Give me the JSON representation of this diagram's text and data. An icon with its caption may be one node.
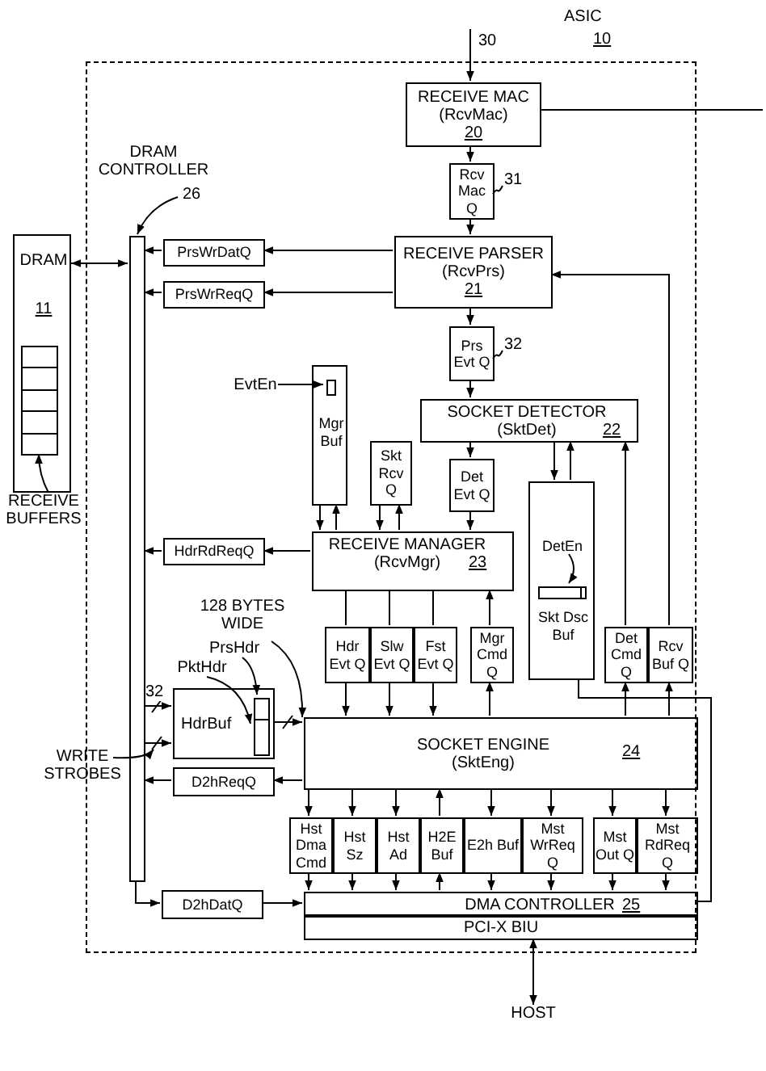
{
  "diagram": {
    "nodes": [
      {
        "text": [
          "ASIC",
          "10"
        ]
      },
      {
        "text": [
          "RECEIVE MAC (RcvMac)",
          "20"
        ],
        "in": 0
      },
      {
        "text": [
          "Rcv Mac Q"
        ],
        "beside": [
          "31"
        ],
        "in": 0
      },
      {
        "text": [
          "RECEIVE PARSER (RcvPrs)",
          "21"
        ],
        "in": 0
      },
      {
        "text": [
          "PrsWrDatQ"
        ],
        "in": 0
      },
      {
        "text": [
          "PrsWrReqQ"
        ],
        "in": 0
      },
      {
        "text": [
          "DRAM CONTROLLER",
          "26"
        ],
        "in": 0
      },
      {
        "text": [],
        "shape": "bar",
        "in": 0
      },
      {
        "text": [
          "DRAM",
          "11"
        ]
      },
      {
        "text": [],
        "shape": "box",
        "in": 8
      },
      {
        "text": [
          "RECEIVE BUFFERS"
        ]
      },
      {
        "text": [
          "Prs Evt Q"
        ],
        "beside": [
          "32"
        ],
        "in": 0
      },
      {
        "text": [
          "EvtEn"
        ],
        "in": 0
      },
      {
        "text": [
          "Mgr Buf"
        ],
        "in": 0
      },
      {
        "text": [
          "SOCKET DETECTOR (SktDet)",
          "22"
        ],
        "in": 0
      },
      {
        "text": [
          "Skt Rcv Q"
        ],
        "in": 0
      },
      {
        "text": [
          "Det Evt Q"
        ],
        "in": 0
      },
      {
        "text": [
          "RECEIVE MANAGER (RcvMgr)",
          "23"
        ],
        "in": 0
      },
      {
        "text": [
          "HdrRdReqQ"
        ],
        "in": 0
      },
      {
        "text": [
          "Skt Dsc Buf"
        ],
        "in": 0
      },
      {
        "text": [
          "128 BYTES WIDE"
        ],
        "in": 0
      },
      {
        "text": [
          "Hdr Evt Q"
        ],
        "in": 0
      },
      {
        "text": [
          "Slw Evt Q"
        ],
        "in": 0
      },
      {
        "text": [
          "Fst Evt Q"
        ],
        "in": 0
      },
      {
        "text": [
          "Mgr Cmd Q"
        ],
        "in": 0
      },
      {
        "text": [
          "Det Cmd Q"
        ],
        "in": 0
      },
      {
        "text": [
          "Rcv Buf Q"
        ],
        "in": 0
      },
      {
        "text": [
          "PrsHdr"
        ],
        "in": 0
      },
      {
        "text": [
          "PktHdr"
        ],
        "in": 0
      },
      {
        "text": [
          "HdrBuf"
        ],
        "in": 0
      },
      {
        "text": [
          "WRITE STROBES"
        ]
      },
      {
        "text": [
          "SOCKET ENGINE (SktEng)",
          "24"
        ],
        "in": 0
      },
      {
        "text": [
          "D2hReqQ"
        ],
        "in": 0
      },
      {
        "text": [
          "Hst Dma Cmd"
        ],
        "in": 0
      },
      {
        "text": [
          "Hst Sz"
        ],
        "in": 0
      },
      {
        "text": [
          "Hst Ad"
        ],
        "in": 0
      },
      {
        "text": [
          "H2E Buf"
        ],
        "in": 0
      },
      {
        "text": [
          "E2h Buf"
        ],
        "in": 0
      },
      {
        "text": [
          "Mst WrReq Q"
        ],
        "in": 0
      },
      {
        "text": [
          "Mst Out Q"
        ],
        "in": 0
      },
      {
        "text": [
          "Mst RdReq Q"
        ],
        "in": 0
      },
      {
        "text": [
          "D2hDatQ"
        ],
        "in": 0
      },
      {
        "text": [
          "DMA CONTROLLER",
          "25"
        ],
        "in": 0
      },
      {
        "text": [
          "PCI-X BIU"
        ],
        "in": 0
      },
      {
        "text": [
          "HOST"
        ]
      },
      {
        "text": [
          "DetEn"
        ],
        "in": 19
      }
    ],
    "edges": [
      {
        "from": null,
        "to": 1,
        "arrow": "to",
        "label": "30"
      },
      {
        "from": 1,
        "to": null,
        "arrow": "none"
      },
      {
        "from": 1,
        "to": 2,
        "arrow": "to"
      },
      {
        "from": 2,
        "to": 3,
        "arrow": "to"
      },
      {
        "from": 3,
        "to": 4,
        "arrow": "to"
      },
      {
        "from": 3,
        "to": 5,
        "arrow": "to"
      },
      {
        "from": 4,
        "to": 7,
        "arrow": "to"
      },
      {
        "from": 5,
        "to": 7,
        "arrow": "to"
      },
      {
        "from": 6,
        "to": 7,
        "arrow": "to"
      },
      {
        "from": 7,
        "to": 8,
        "arrow": "both"
      },
      {
        "from": 10,
        "to": 9,
        "arrow": "to"
      },
      {
        "from": 26,
        "to": 3,
        "arrow": "to"
      },
      {
        "from": 3,
        "to": 11,
        "arrow": "to"
      },
      {
        "from": 11,
        "to": 14,
        "arrow": "to"
      },
      {
        "from": 12,
        "to": 13,
        "arrow": "to"
      },
      {
        "from": 14,
        "to": 16,
        "arrow": "to"
      },
      {
        "from": 16,
        "to": 17,
        "arrow": "to"
      },
      {
        "from": 13,
        "to": 17,
        "arrow": "to"
      },
      {
        "from": 17,
        "to": 13,
        "arrow": "to"
      },
      {
        "from": 15,
        "to": 17,
        "arrow": "to"
      },
      {
        "from": 17,
        "to": 15,
        "arrow": "to"
      },
      {
        "from": 14,
        "to": 19,
        "arrow": "to"
      },
      {
        "from": 19,
        "to": 14,
        "arrow": "to"
      },
      {
        "from": 25,
        "to": 14,
        "arrow": "to"
      },
      {
        "from": 17,
        "to": 18,
        "arrow": "to"
      },
      {
        "from": 18,
        "to": 7,
        "arrow": "to"
      },
      {
        "from": 17,
        "to": 21,
        "arrow": "none"
      },
      {
        "from": 17,
        "to": 22,
        "arrow": "none"
      },
      {
        "from": 17,
        "to": 23,
        "arrow": "none"
      },
      {
        "from": 24,
        "to": 17,
        "arrow": "to"
      },
      {
        "from": 21,
        "to": 31,
        "arrow": "to"
      },
      {
        "from": 22,
        "to": 31,
        "arrow": "to"
      },
      {
        "from": 23,
        "to": 31,
        "arrow": "to"
      },
      {
        "from": 31,
        "to": 24,
        "arrow": "to"
      },
      {
        "from": 31,
        "to": 25,
        "arrow": "to"
      },
      {
        "from": 31,
        "to": 26,
        "arrow": "to"
      },
      {
        "from": 19,
        "to": 42,
        "arrow": "none"
      },
      {
        "from": 27,
        "to": 29,
        "arrow": "to"
      },
      {
        "from": 28,
        "to": 29,
        "arrow": "to"
      },
      {
        "from": 20,
        "to": 31,
        "arrow": "to"
      },
      {
        "from": 29,
        "to": 31,
        "arrow": "to"
      },
      {
        "from": 7,
        "to": 29,
        "arrow": "to",
        "label": "32"
      },
      {
        "from": 7,
        "to": 29,
        "arrow": "to"
      },
      {
        "from": 30,
        "to": null,
        "arrow": "to"
      },
      {
        "from": 31,
        "to": 32,
        "arrow": "to"
      },
      {
        "from": 32,
        "to": 7,
        "arrow": "to"
      },
      {
        "from": 31,
        "to": 33,
        "arrow": "to"
      },
      {
        "from": 31,
        "to": 34,
        "arrow": "to"
      },
      {
        "from": 31,
        "to": 35,
        "arrow": "to"
      },
      {
        "from": 36,
        "to": 31,
        "arrow": "to"
      },
      {
        "from": 31,
        "to": 37,
        "arrow": "to"
      },
      {
        "from": 31,
        "to": 38,
        "arrow": "to"
      },
      {
        "from": 31,
        "to": 39,
        "arrow": "to"
      },
      {
        "from": 31,
        "to": 40,
        "arrow": "to"
      },
      {
        "from": 33,
        "to": 42,
        "arrow": "to"
      },
      {
        "from": 34,
        "to": 42,
        "arrow": "to"
      },
      {
        "from": 35,
        "to": 42,
        "arrow": "to"
      },
      {
        "from": 42,
        "to": 36,
        "arrow": "to"
      },
      {
        "from": 37,
        "to": 42,
        "arrow": "to"
      },
      {
        "from": 38,
        "to": 42,
        "arrow": "to"
      },
      {
        "from": 39,
        "to": 42,
        "arrow": "to"
      },
      {
        "from": 40,
        "to": 42,
        "arrow": "to"
      },
      {
        "from": 7,
        "to": 41,
        "arrow": "to"
      },
      {
        "from": 41,
        "to": 42,
        "arrow": "to"
      },
      {
        "from": 43,
        "to": 44,
        "arrow": "both"
      },
      {
        "from": 45,
        "to": null,
        "arrow": "to"
      }
    ]
  }
}
